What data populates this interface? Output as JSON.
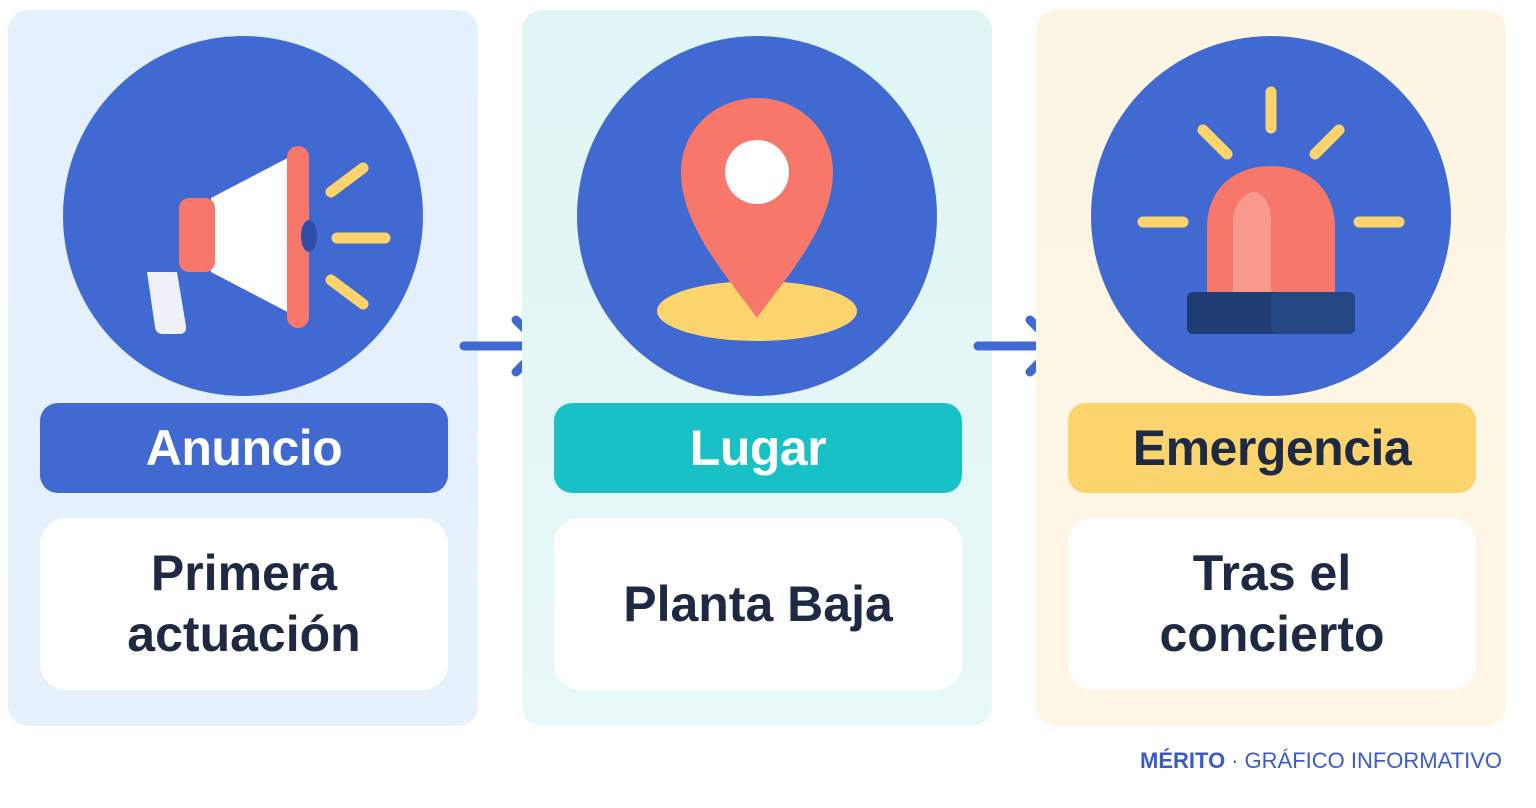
{
  "steps": [
    {
      "tag": "Anuncio",
      "description": "Primera actuación",
      "icon": "megaphone-icon"
    },
    {
      "tag": "Lugar",
      "description": "Planta Baja",
      "icon": "map-pin-icon"
    },
    {
      "tag": "Emergencia",
      "description": "Tras el concierto",
      "icon": "siren-icon"
    }
  ],
  "footer": {
    "brand": "MÉRITO",
    "separator": "·",
    "caption": "GRÁFICO INFORMATIVO"
  },
  "colors": {
    "circle": "#4169d2",
    "tag_anuncio": "#4169d2",
    "tag_lugar": "#17c1c6",
    "tag_emergencia": "#fbd46e",
    "accent_red": "#f7776a",
    "accent_yellow": "#fbd46e",
    "text_dark": "#1e2a44",
    "arrow": "#4169d2"
  }
}
